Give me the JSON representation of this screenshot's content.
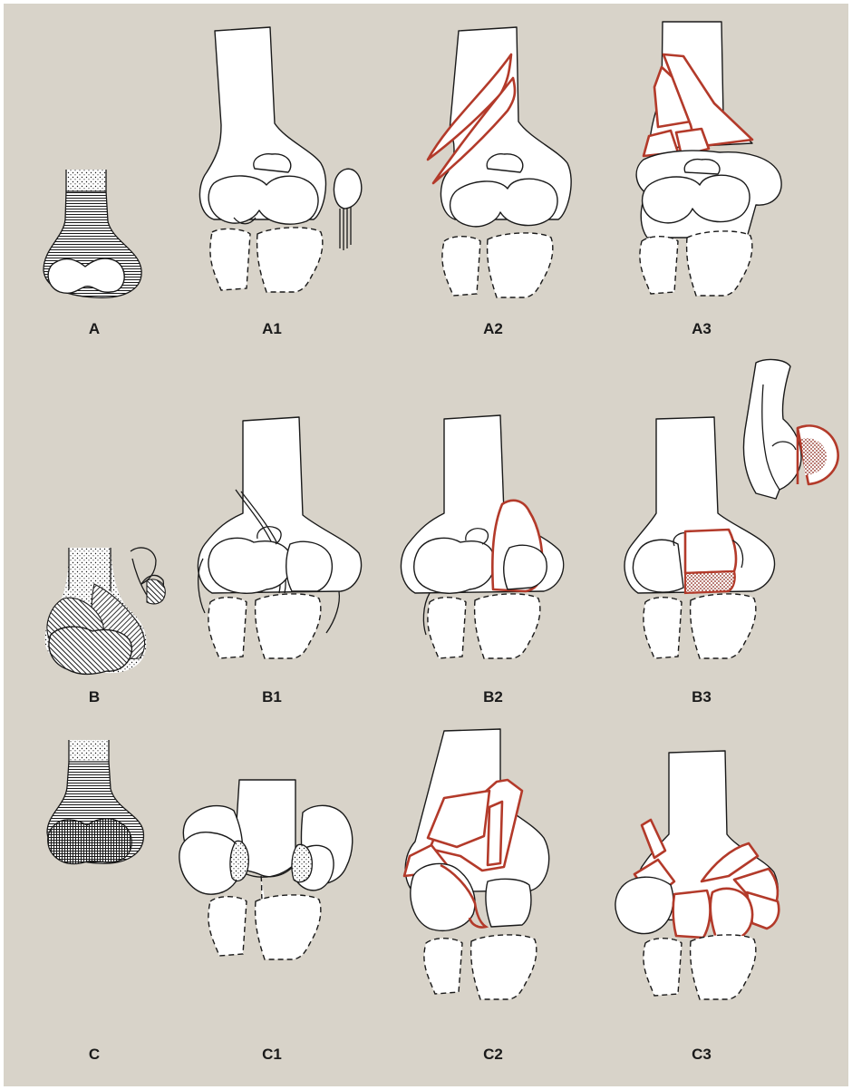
{
  "colors": {
    "background": "#d8d3c9",
    "fracture_line": "#b33a2a",
    "bone_fill": "#ffffff",
    "outline": "#1a1a1a"
  },
  "panels": [
    {
      "id": "A",
      "label": "A"
    },
    {
      "id": "A1",
      "label": "A1"
    },
    {
      "id": "A2",
      "label": "A2"
    },
    {
      "id": "A3",
      "label": "A3"
    },
    {
      "id": "B",
      "label": "B"
    },
    {
      "id": "B1",
      "label": "B1"
    },
    {
      "id": "B2",
      "label": "B2"
    },
    {
      "id": "B3",
      "label": "B3"
    },
    {
      "id": "C",
      "label": "C"
    },
    {
      "id": "C1",
      "label": "C1"
    },
    {
      "id": "C2",
      "label": "C2"
    },
    {
      "id": "C3",
      "label": "C3"
    }
  ]
}
